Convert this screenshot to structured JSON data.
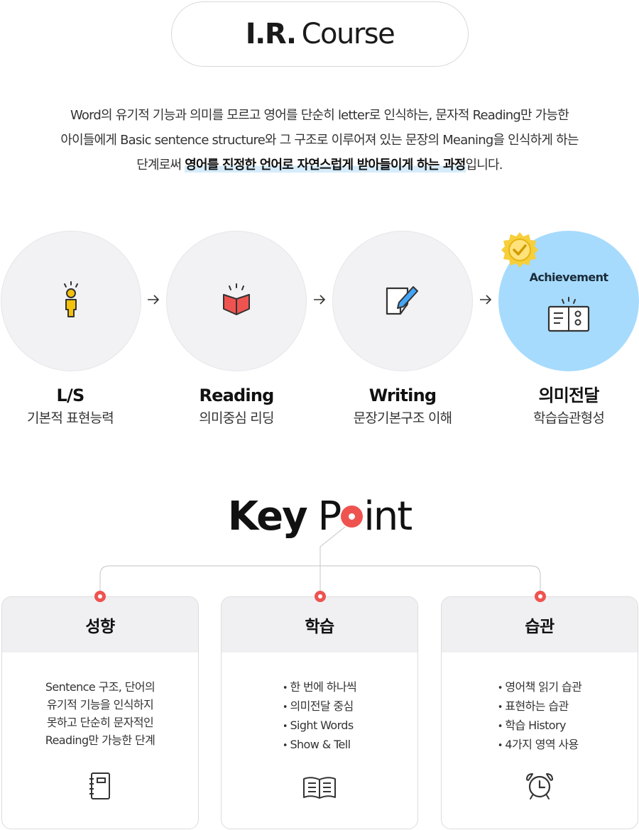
{
  "header": {
    "course_bold": "I.R.",
    "course_light": "Course"
  },
  "intro": {
    "line1": "Word의 유기적 기능과 의미를 모르고 영어를 단순히 letter로 인식하는, 문자적 Reading만 가능한",
    "line2": "아이들에게 Basic sentence structure와 그 구조로 이루어져 있는 문장의 Meaning을 인식하게 하는",
    "line3_prefix": "단계로써 ",
    "line3_highlight": "영어를 진정한 언어로 자연스럽게 받아들이게 하는 과정",
    "line3_suffix": "입니다."
  },
  "steps": [
    {
      "title": "L/S",
      "subtitle": "기본적 표현능력",
      "icon": "person-idea-icon"
    },
    {
      "title": "Reading",
      "subtitle": "의미중심 리딩",
      "icon": "open-book-red-icon"
    },
    {
      "title": "Writing",
      "subtitle": "문장기본구조 이해",
      "icon": "note-pencil-icon"
    },
    {
      "title": "의미전달",
      "subtitle": "학습습관형성",
      "icon": "book-achievement-icon",
      "badge_label": "Achievement",
      "badge_icon": "gold-seal-check-icon"
    }
  ],
  "colors": {
    "active_circle": "#a6dbfd",
    "inactive_circle": "#f2f2f4",
    "accent_red": "#ef5350",
    "highlight": "#d6ecfb"
  },
  "keypoint": {
    "title_bold": "Key",
    "title_p": "P",
    "title_rest": "int"
  },
  "cards": [
    {
      "title": "성향",
      "lines": [
        "Sentence 구조, 단어의",
        "유기적 기능을 인식하지",
        "못하고 단순히 문자적인",
        "Reading만 가능한 단계"
      ],
      "icon": "notebook-icon"
    },
    {
      "title": "학습",
      "bullets": [
        "한 번에 하나씩",
        "의미전달 중심",
        "Sight Words",
        "Show & Tell"
      ],
      "icon": "book-icon"
    },
    {
      "title": "습관",
      "bullets": [
        "영어책 읽기 습관",
        "표현하는 습관",
        "학습 History",
        "4가지 영역 사용"
      ],
      "icon": "alarm-clock-icon"
    }
  ]
}
